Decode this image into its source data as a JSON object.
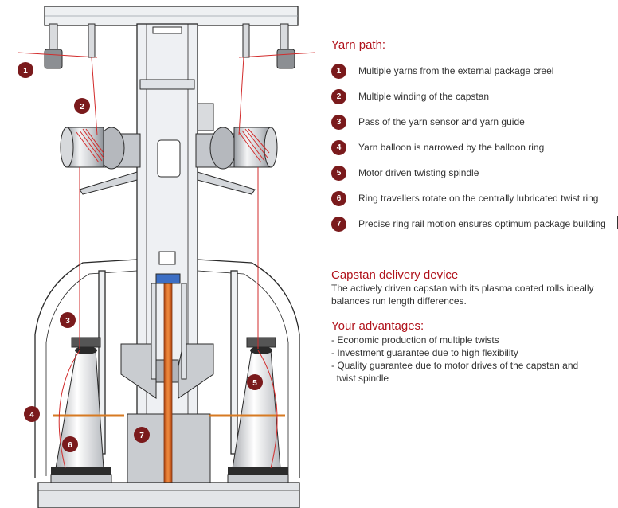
{
  "yarn_path": {
    "title": "Yarn path:",
    "items": [
      {
        "num": "1",
        "text": "Multiple yarns from the external package creel"
      },
      {
        "num": "2",
        "text": "Multiple winding of the capstan"
      },
      {
        "num": "3",
        "text": "Pass of the yarn sensor and yarn guide"
      },
      {
        "num": "4",
        "text": "Yarn balloon is narrowed by the balloon ring"
      },
      {
        "num": "5",
        "text": "Motor driven twisting spindle"
      },
      {
        "num": "6",
        "text": "Ring travellers rotate on the centrally lubricated twist ring"
      },
      {
        "num": "7",
        "text": "Precise ring rail motion ensures optimum package building"
      }
    ]
  },
  "capstan": {
    "title": "Capstan delivery device",
    "text": "The actively driven capstan with its plasma coated rolls ideally balances run length differences."
  },
  "advantages": {
    "title": "Your advantages:",
    "items": [
      "- Economic production of multiple twists",
      "- Investment guarantee due to high flexibility",
      "- Quality guarantee due to motor drives of the capstan and",
      "  twist spindle"
    ]
  },
  "diagram": {
    "markers": [
      "1",
      "2",
      "3",
      "4",
      "5",
      "6",
      "7"
    ]
  },
  "colors": {
    "accent": "#b0121b",
    "badge": "#7a1a1c",
    "yarn": "#d22b2b",
    "machine_fill": "#eceef1",
    "machine_stroke": "#2a2a2a"
  }
}
